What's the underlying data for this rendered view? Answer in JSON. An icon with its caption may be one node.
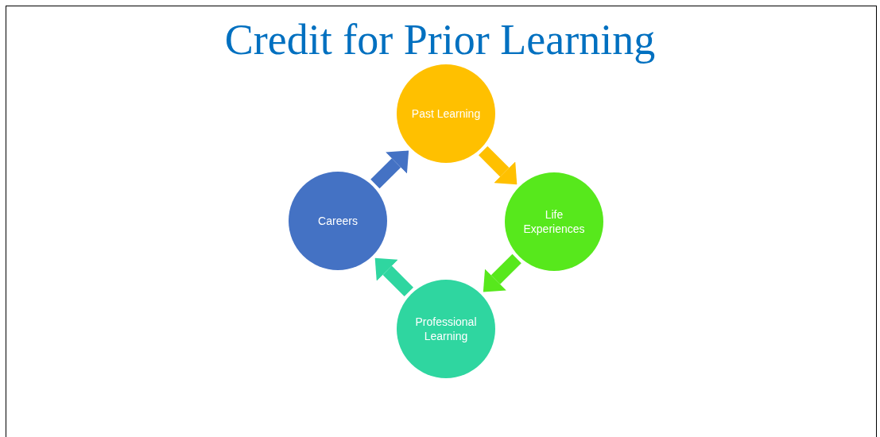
{
  "diagram": {
    "title": "Credit for Prior Learning",
    "nodes": [
      {
        "text": [
          "Past Learning"
        ]
      },
      {
        "text": [
          "Life Experiences"
        ]
      },
      {
        "text": [
          "Professional Learning"
        ]
      },
      {
        "text": [
          "Careers"
        ]
      }
    ],
    "edges": [
      {
        "from": 0,
        "to": 1,
        "arrow": "to",
        "color": "#ffc000"
      },
      {
        "from": 1,
        "to": 2,
        "arrow": "to",
        "color": "#57e81c"
      },
      {
        "from": 2,
        "to": 3,
        "arrow": "to",
        "color": "#2fd6a0"
      },
      {
        "from": 3,
        "to": 0,
        "arrow": "to",
        "color": "#4472c4"
      }
    ]
  }
}
